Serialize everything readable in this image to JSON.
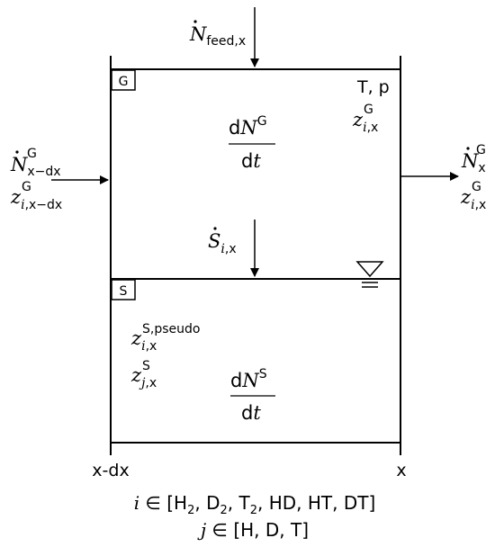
{
  "phase_gas": {
    "tag": "G"
  },
  "phase_solid": {
    "tag": "S"
  },
  "feed_flow": {
    "symbol": "N",
    "subscript": "feed,x"
  },
  "state_vars": {
    "text": "T, p"
  },
  "gas_composition": {
    "symbol": "z",
    "sub_i": "i",
    "sub_x": ",x",
    "superscript": "G"
  },
  "gas_balance": {
    "num_d": "d",
    "num_symbol": "N",
    "num_sup": "G",
    "den_d": "d",
    "den_t": "t"
  },
  "inlet_flow": {
    "symbol": "N",
    "subscript": "x−dx",
    "superscript": "G"
  },
  "inlet_composition": {
    "symbol": "z",
    "sub_i": "i",
    "sub_x": ",x−dx",
    "superscript": "G"
  },
  "outlet_flow": {
    "symbol": "N",
    "subscript": "x",
    "superscript": "G"
  },
  "outlet_composition": {
    "symbol": "z",
    "sub_i": "i",
    "sub_x": ",x",
    "superscript": "G"
  },
  "source_term": {
    "symbol": "S",
    "sub_i": "i",
    "sub_x": ",x"
  },
  "solid_pseudo_composition": {
    "symbol": "z",
    "sub_i": "i",
    "sub_x": ",x",
    "superscript": "S,pseudo"
  },
  "solid_composition": {
    "symbol": "z",
    "sub_j": "j",
    "sub_x": ",x",
    "superscript": "S"
  },
  "solid_balance": {
    "num_d": "d",
    "num_symbol": "N",
    "num_sup": "S",
    "den_d": "d",
    "den_t": "t"
  },
  "axis": {
    "left": "x-dx",
    "right": "x"
  },
  "set_i": {
    "var": "i",
    "op": " ∈ [",
    "items": [
      "H",
      "D",
      "T",
      "HD",
      "HT",
      "DT"
    ],
    "subs": [
      "2",
      "2",
      "2",
      "",
      "",
      ""
    ],
    "close": "]"
  },
  "set_j": {
    "var": "j",
    "op": " ∈  [H, D, T]"
  },
  "colors": {
    "line": "#000000",
    "background": "#ffffff"
  }
}
